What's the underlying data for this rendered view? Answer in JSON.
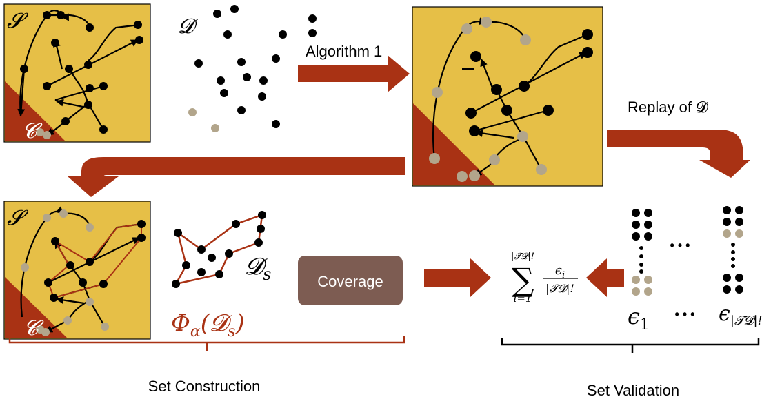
{
  "labels": {
    "algorithm": "Algorithm 1",
    "replay": "Replay of 𝓓",
    "coverage": "Coverage",
    "set_construction": "Set Construction",
    "set_validation": "Set Validation"
  },
  "symbols": {
    "state_space": "𝓢",
    "constraint": "𝓒",
    "dataset": "𝓓",
    "selected_dataset": "𝓓",
    "selected_dataset_sub": "s",
    "phi": "Φ",
    "phi_sub": "α",
    "phi_arg": "(𝓓",
    "phi_arg_sub": "s",
    "phi_close": ")",
    "sum_upper": "|𝓣𝓓|!",
    "sum_lower": "i=1",
    "sum_sign": "∑",
    "frac_num": "ϵ",
    "frac_num_sub": "i",
    "frac_den": "|𝓣𝓓|!",
    "eps": "ϵ",
    "eps_first_sub": "1",
    "eps_last_sub": "|𝓣𝓓|!",
    "ellipsis": "• • •"
  },
  "colors": {
    "panel_fill": "#e6bf47",
    "constraint_fill": "#a93214",
    "arrow_fill": "#a93214",
    "node_dark": "#000000",
    "node_tan": "#b2a58b",
    "coverage_fill": "#7d5c52",
    "hull_stroke": "#a93214"
  }
}
